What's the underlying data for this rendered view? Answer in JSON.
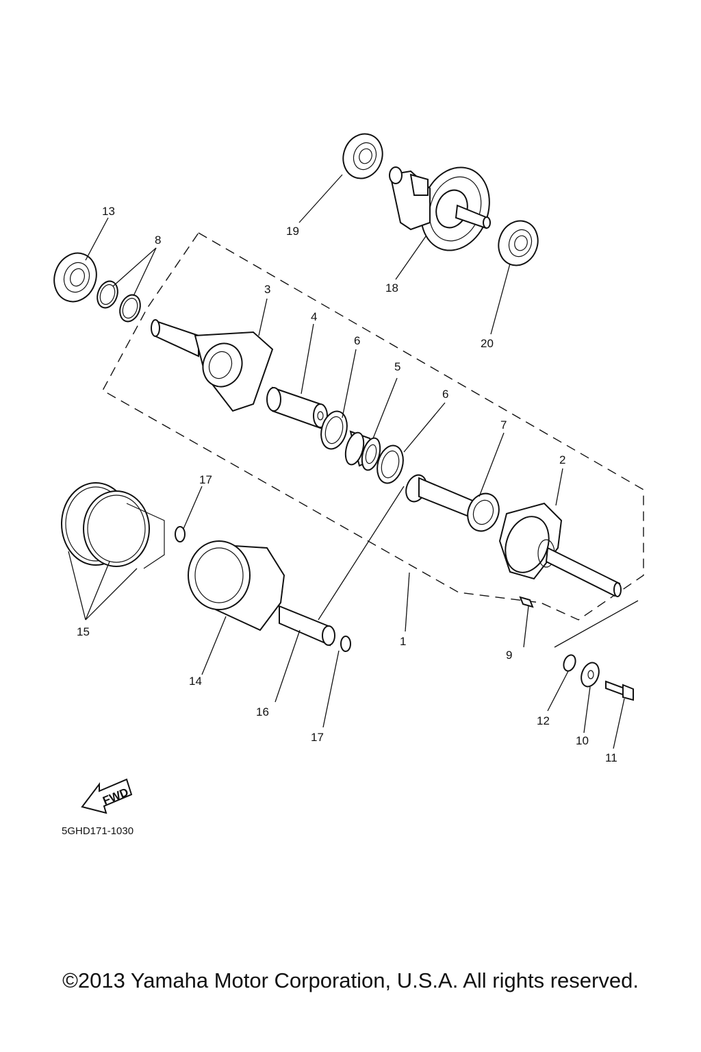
{
  "diagram": {
    "callouts": {
      "c1": "1",
      "c2": "2",
      "c3": "3",
      "c4": "4",
      "c5": "5",
      "c6a": "6",
      "c6b": "6",
      "c7": "7",
      "c8": "8",
      "c9": "9",
      "c10": "10",
      "c11": "11",
      "c12": "12",
      "c13": "13",
      "c14": "14",
      "c15": "15",
      "c16": "16",
      "c17a": "17",
      "c17b": "17",
      "c18": "18",
      "c19": "19",
      "c20": "20"
    },
    "fwd_label": "FWD",
    "part_code": "5GHD171-1030"
  },
  "footer": {
    "copyright": "©2013 Yamaha Motor Corporation, U.S.A. All rights reserved."
  }
}
